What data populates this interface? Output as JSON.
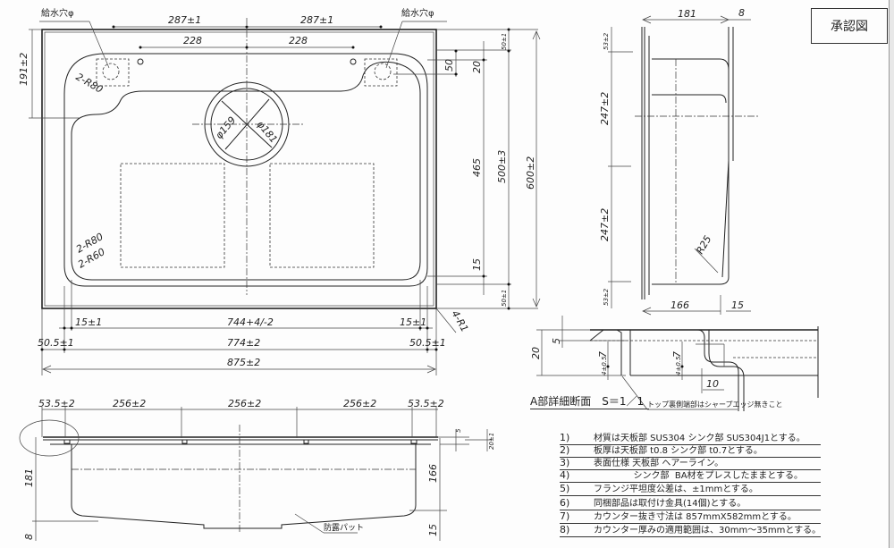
{
  "drawing": {
    "title_stamp": "承認図",
    "section_title": "A部詳細断面　S＝1／1",
    "labels": {
      "faucet_hole_left": "給水穴φ",
      "faucet_hole_right": "給水穴φ",
      "anti_condensation_pad": "防露パット",
      "edge_note": "トップ裏側端部はシャープエッジ無きこと"
    },
    "plan_view": {
      "dims_top": [
        "287±1",
        "287±1"
      ],
      "dims_holes": [
        "228",
        "228"
      ],
      "dim_left_191": "191±2",
      "dims_right": [
        "50±1",
        "20",
        "50",
        "465",
        "500±3",
        "600±2",
        "15",
        "50±1"
      ],
      "drain_dia_inner": "φ159",
      "drain_dia_outer": "φ181",
      "radii": [
        "2-R80",
        "2-R80",
        "2-R60",
        "4-R1"
      ],
      "dims_bottom_row1": [
        "15±1",
        "744+4/-2",
        "15±1"
      ],
      "dims_bottom_row2": [
        "50.5±1",
        "774±2",
        "50.5±1"
      ],
      "dim_overall": "875±2"
    },
    "side_view": {
      "dim_depth": "181",
      "dim_flange": "8",
      "dims_vertical": [
        "53±2",
        "247±2",
        "247±2",
        "53±2"
      ],
      "radius": "R25",
      "dims_bottom": [
        "166",
        "15"
      ]
    },
    "front_view": {
      "dims_top": [
        "53.5±2",
        "256±2",
        "256±2",
        "256±2",
        "53.5±2"
      ],
      "dim_left": "181",
      "dim_left_bottom": "8",
      "dims_right": [
        "5",
        "20±1",
        "166",
        "15"
      ]
    },
    "section_detail": {
      "dims": [
        "20",
        "5",
        "4±0.5",
        "7",
        "4±0.5",
        "7",
        "10"
      ]
    },
    "notes": [
      {
        "num": "1)",
        "text": "材質は天板部 SUS304  シンク部 SUS304J1とする。"
      },
      {
        "num": "2)",
        "text": "板厚は天板部  t0.8  シンク部  t0.7とする。"
      },
      {
        "num": "3)",
        "text": "表面仕様     天板部  ヘアーライン。"
      },
      {
        "num": "4)",
        "text": "              シンク部  BA材をプレスしたままとする。"
      },
      {
        "num": "5)",
        "text": "フランジ平坦度公差は、±1mmとする。"
      },
      {
        "num": "6)",
        "text": "同梱部品は取付け金具(14個)とする。"
      },
      {
        "num": "7)",
        "text": "カウンター抜き寸法は  857mmX582mmとする。"
      },
      {
        "num": "8)",
        "text": "カウンター厚みの適用範囲は、30mm～35mmとする。"
      }
    ]
  }
}
